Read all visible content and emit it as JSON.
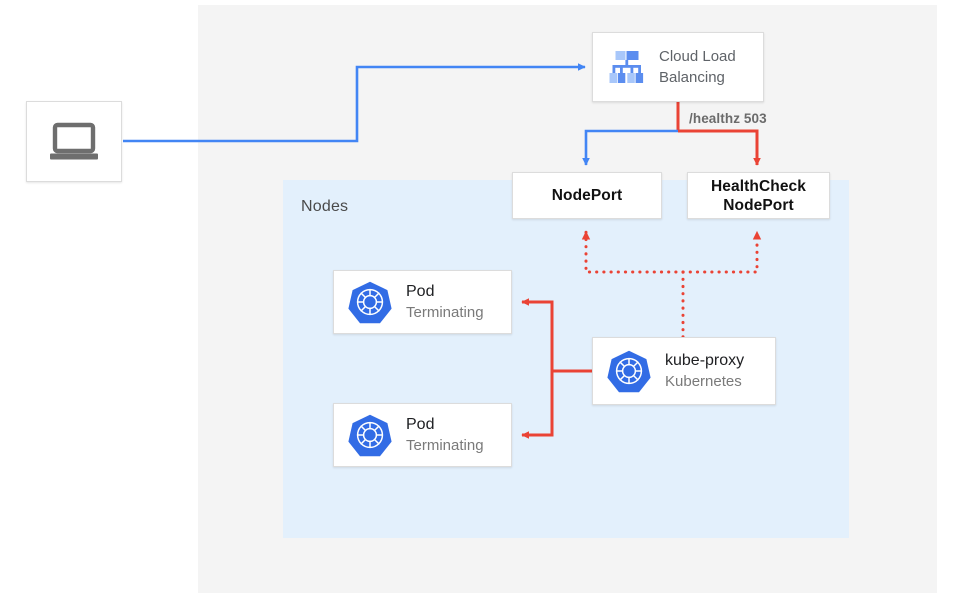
{
  "diagram": {
    "title_region_label": "Nodes",
    "colors": {
      "blue_traffic": "#4285f4",
      "red_traffic": "#ea4335",
      "kubernetes_blue": "#326ce5",
      "panel_background": "#f4f4f4",
      "nodes_background": "#e3f0fc",
      "card_background": "#ffffff",
      "card_border": "#dcdcdc",
      "laptop_gray": "#6e6e6e"
    },
    "client": {
      "icon": "laptop-icon"
    },
    "load_balancer": {
      "icon": "cloud-load-balancing-icon",
      "title_line1": "Cloud Load",
      "title_line2": "Balancing"
    },
    "healthz": {
      "label": "/healthz 503"
    },
    "nodeport": {
      "label": "NodePort"
    },
    "healthcheck_nodeport": {
      "label_line1": "HealthCheck",
      "label_line2": "NodePort"
    },
    "pods": [
      {
        "icon": "kubernetes-icon",
        "title": "Pod",
        "status": "Terminating"
      },
      {
        "icon": "kubernetes-icon",
        "title": "Pod",
        "status": "Terminating"
      }
    ],
    "kube_proxy": {
      "icon": "kubernetes-icon",
      "title": "kube-proxy",
      "subtitle": "Kubernetes"
    }
  }
}
